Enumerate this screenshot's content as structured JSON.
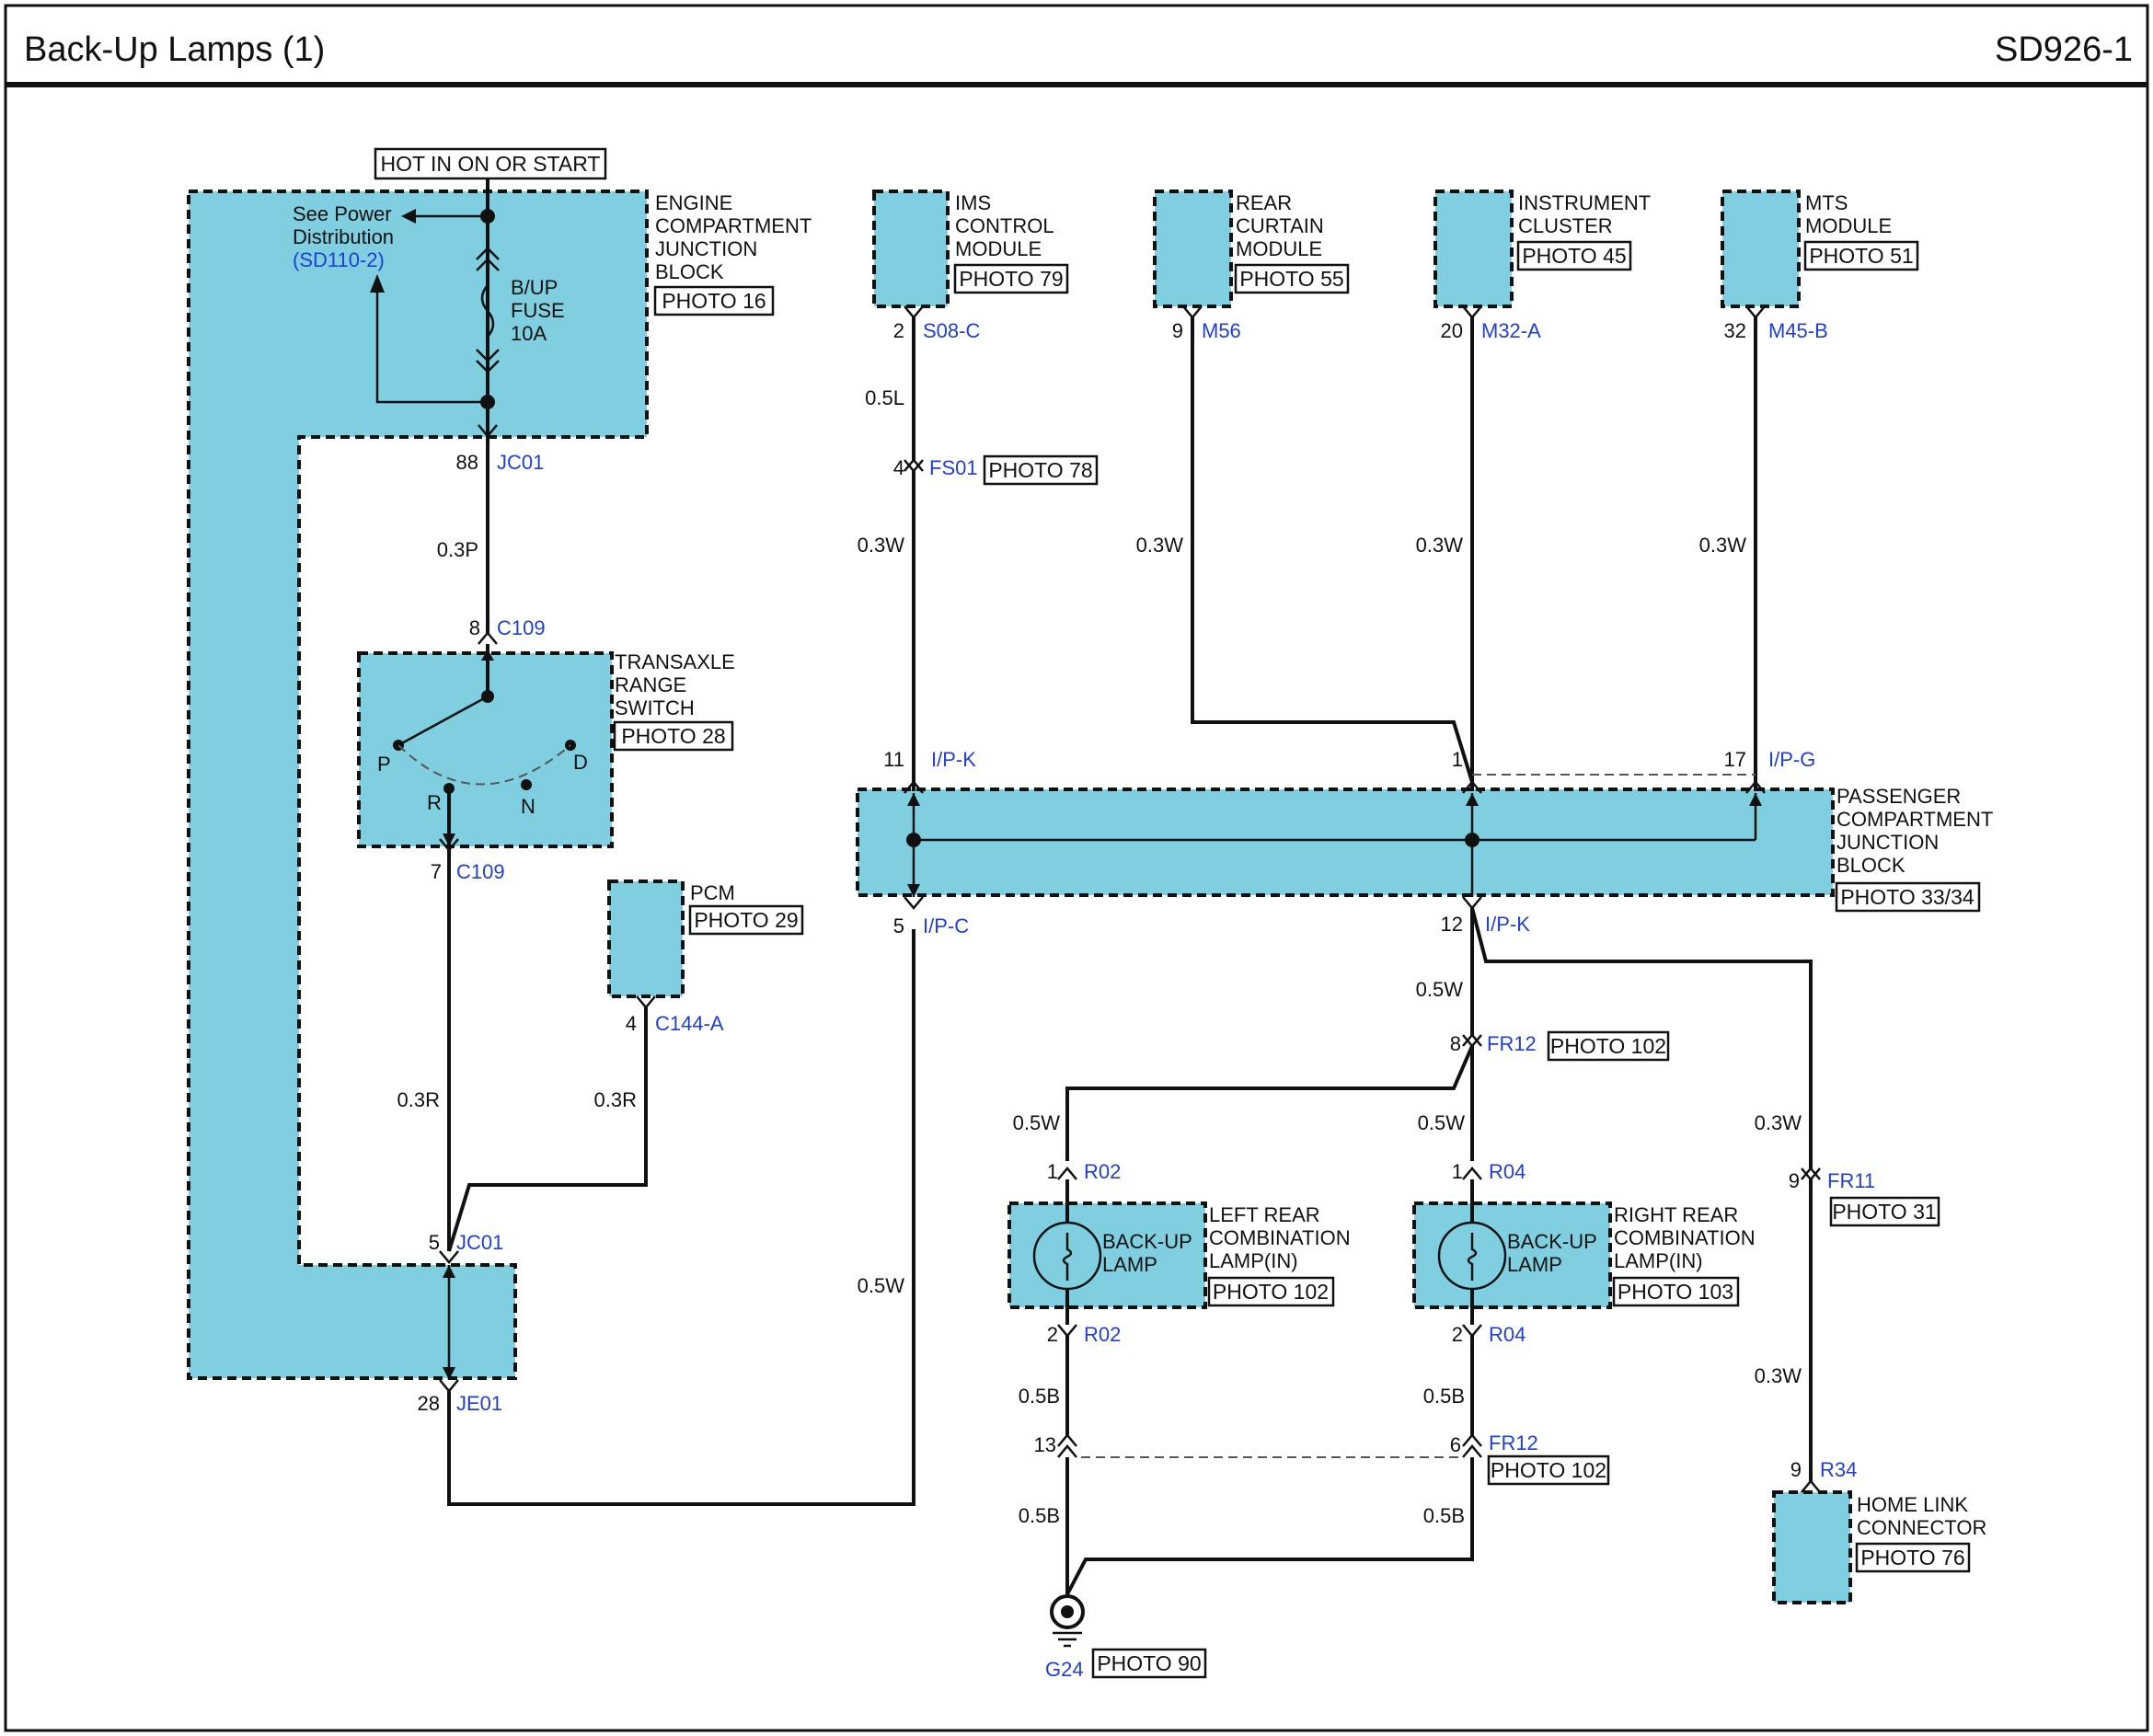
{
  "header": {
    "title": "Back-Up Lamps (1)",
    "code": "SD926-1"
  },
  "colors": {
    "component_fill": "#7fcfe0",
    "connector_text": "#1f3fd6",
    "line": "#111111"
  },
  "power": {
    "label": "HOT IN ON OR START"
  },
  "ecjb": {
    "line1": "ENGINE",
    "line2": "COMPARTMENT",
    "line3": "JUNCTION",
    "line4": "BLOCK",
    "photo": "PHOTO 16",
    "see_power1": "See Power",
    "see_power2": "Distribution",
    "see_power_ref": "(SD110-2)",
    "fuse1": "B/UP",
    "fuse2": "FUSE",
    "fuse3": "10A",
    "pin": "88",
    "conn": "JC01"
  },
  "modules": {
    "ims": {
      "line1": "IMS",
      "line2": "CONTROL",
      "line3": "MODULE",
      "photo": "PHOTO 79",
      "pin": "2",
      "conn": "S08-C"
    },
    "rear_curtain": {
      "line1": "REAR",
      "line2": "CURTAIN",
      "line3": "MODULE",
      "photo": "PHOTO 55",
      "pin": "9",
      "conn": "M56"
    },
    "cluster": {
      "line1": "INSTRUMENT",
      "line2": "CLUSTER",
      "photo": "PHOTO 45",
      "pin": "20",
      "conn": "M32-A"
    },
    "mts": {
      "line1": "MTS",
      "line2": "MODULE",
      "photo": "PHOTO 51",
      "pin": "32",
      "conn": "M45-B"
    },
    "pcm": {
      "line1": "PCM",
      "photo": "PHOTO 29",
      "pin": "4",
      "conn": "C144-A"
    }
  },
  "wires": {
    "w_05l": "0.5L",
    "fs01_pin": "4",
    "fs01_conn": "FS01",
    "fs01_photo": "PHOTO 78",
    "w_03w_a": "0.3W",
    "w_03w_b": "0.3W",
    "w_03w_c": "0.3W",
    "w_03w_d": "0.3W",
    "w_03p": "0.3P",
    "w_03r_a": "0.3R",
    "w_03r_b": "0.3R",
    "w_05w_ipc": "0.5W",
    "w_05w_ipk": "0.5W",
    "w_05w_left": "0.5W",
    "w_05w_right": "0.5W",
    "w_03w_fr11": "0.3W",
    "w_03w_r34": "0.3W",
    "w_05b_a": "0.5B",
    "w_05b_b": "0.5B",
    "w_05b_c": "0.5B",
    "w_05b_d": "0.5B"
  },
  "switch": {
    "line1": "TRANSAXLE",
    "line2": "RANGE",
    "line3": "SWITCH",
    "photo": "PHOTO 28",
    "pin_in": "8",
    "conn_in": "C109",
    "pin_out": "7",
    "conn_out": "C109",
    "p": "P",
    "r": "R",
    "n": "N",
    "d": "D"
  },
  "jc01_lower": {
    "pin": "5",
    "conn": "JC01"
  },
  "je01": {
    "pin": "28",
    "conn": "JE01"
  },
  "pcjb": {
    "line1": "PASSENGER",
    "line2": "COMPARTMENT",
    "line3": "JUNCTION",
    "line4": "BLOCK",
    "photo": "PHOTO 33/34",
    "pin_11": "11",
    "conn_11": "I/P-K",
    "pin_1": "1",
    "pin_17": "17",
    "conn_17": "I/P-G",
    "pin_5": "5",
    "conn_5": "I/P-C",
    "pin_12": "12",
    "conn_12": "I/P-K"
  },
  "fr12_top": {
    "pin": "8",
    "conn": "FR12",
    "photo": "PHOTO 102"
  },
  "left_lamp": {
    "pin_top": "1",
    "conn_top": "R02",
    "pin_bot": "2",
    "conn_bot": "R02",
    "lamp1": "BACK-UP",
    "lamp2": "LAMP",
    "line1": "LEFT REAR",
    "line2": "COMBINATION",
    "line3": "LAMP(IN)",
    "photo": "PHOTO 102"
  },
  "right_lamp": {
    "pin_top": "1",
    "conn_top": "R04",
    "pin_bot": "2",
    "conn_bot": "R04",
    "lamp1": "BACK-UP",
    "lamp2": "LAMP",
    "line1": "RIGHT REAR",
    "line2": "COMBINATION",
    "line3": "LAMP(IN)",
    "photo": "PHOTO 103"
  },
  "fr12_bottom": {
    "pin_left": "13",
    "pin_right": "6",
    "conn": "FR12",
    "photo": "PHOTO 102"
  },
  "fr11": {
    "pin": "9",
    "conn": "FR11",
    "photo": "PHOTO 31"
  },
  "homelink": {
    "pin": "9",
    "conn": "R34",
    "line1": "HOME LINK",
    "line2": "CONNECTOR",
    "photo": "PHOTO 76"
  },
  "ground": {
    "conn": "G24",
    "photo": "PHOTO 90"
  }
}
